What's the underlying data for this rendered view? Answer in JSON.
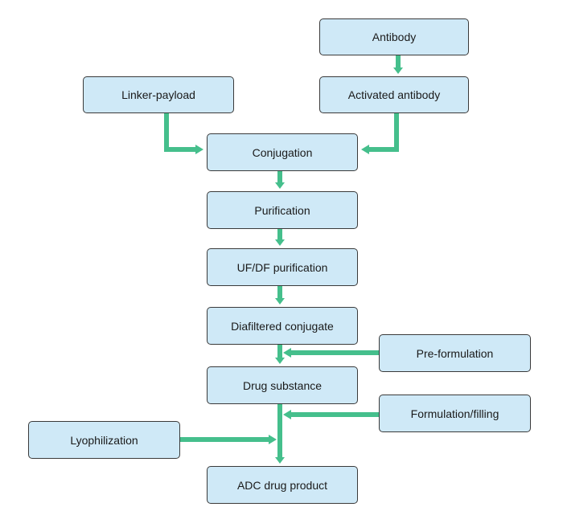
{
  "colors": {
    "box_fill": "#cfe9f7",
    "box_border": "#3a3a3a",
    "arrow": "#45bf8c"
  },
  "nodes": {
    "antibody": "Antibody",
    "activated_antibody": "Activated antibody",
    "linker_payload": "Linker-payload",
    "conjugation": "Conjugation",
    "purification": "Purification",
    "ufdf_purification": "UF/DF purification",
    "diafiltered_conjugate": "Diafiltered conjugate",
    "pre_formulation": "Pre-formulation",
    "drug_substance": "Drug substance",
    "formulation_filling": "Formulation/filling",
    "lyophilization": "Lyophilization",
    "adc_drug_product": "ADC drug product"
  },
  "edges": [
    {
      "from": "antibody",
      "to": "activated_antibody"
    },
    {
      "from": "linker_payload",
      "to": "conjugation"
    },
    {
      "from": "activated_antibody",
      "to": "conjugation"
    },
    {
      "from": "conjugation",
      "to": "purification"
    },
    {
      "from": "purification",
      "to": "ufdf_purification"
    },
    {
      "from": "ufdf_purification",
      "to": "diafiltered_conjugate"
    },
    {
      "from": "diafiltered_conjugate",
      "to": "drug_substance"
    },
    {
      "from": "pre_formulation",
      "to": "drug_substance"
    },
    {
      "from": "drug_substance",
      "to": "adc_drug_product"
    },
    {
      "from": "formulation_filling",
      "to": "adc_drug_product"
    },
    {
      "from": "lyophilization",
      "to": "adc_drug_product"
    }
  ]
}
